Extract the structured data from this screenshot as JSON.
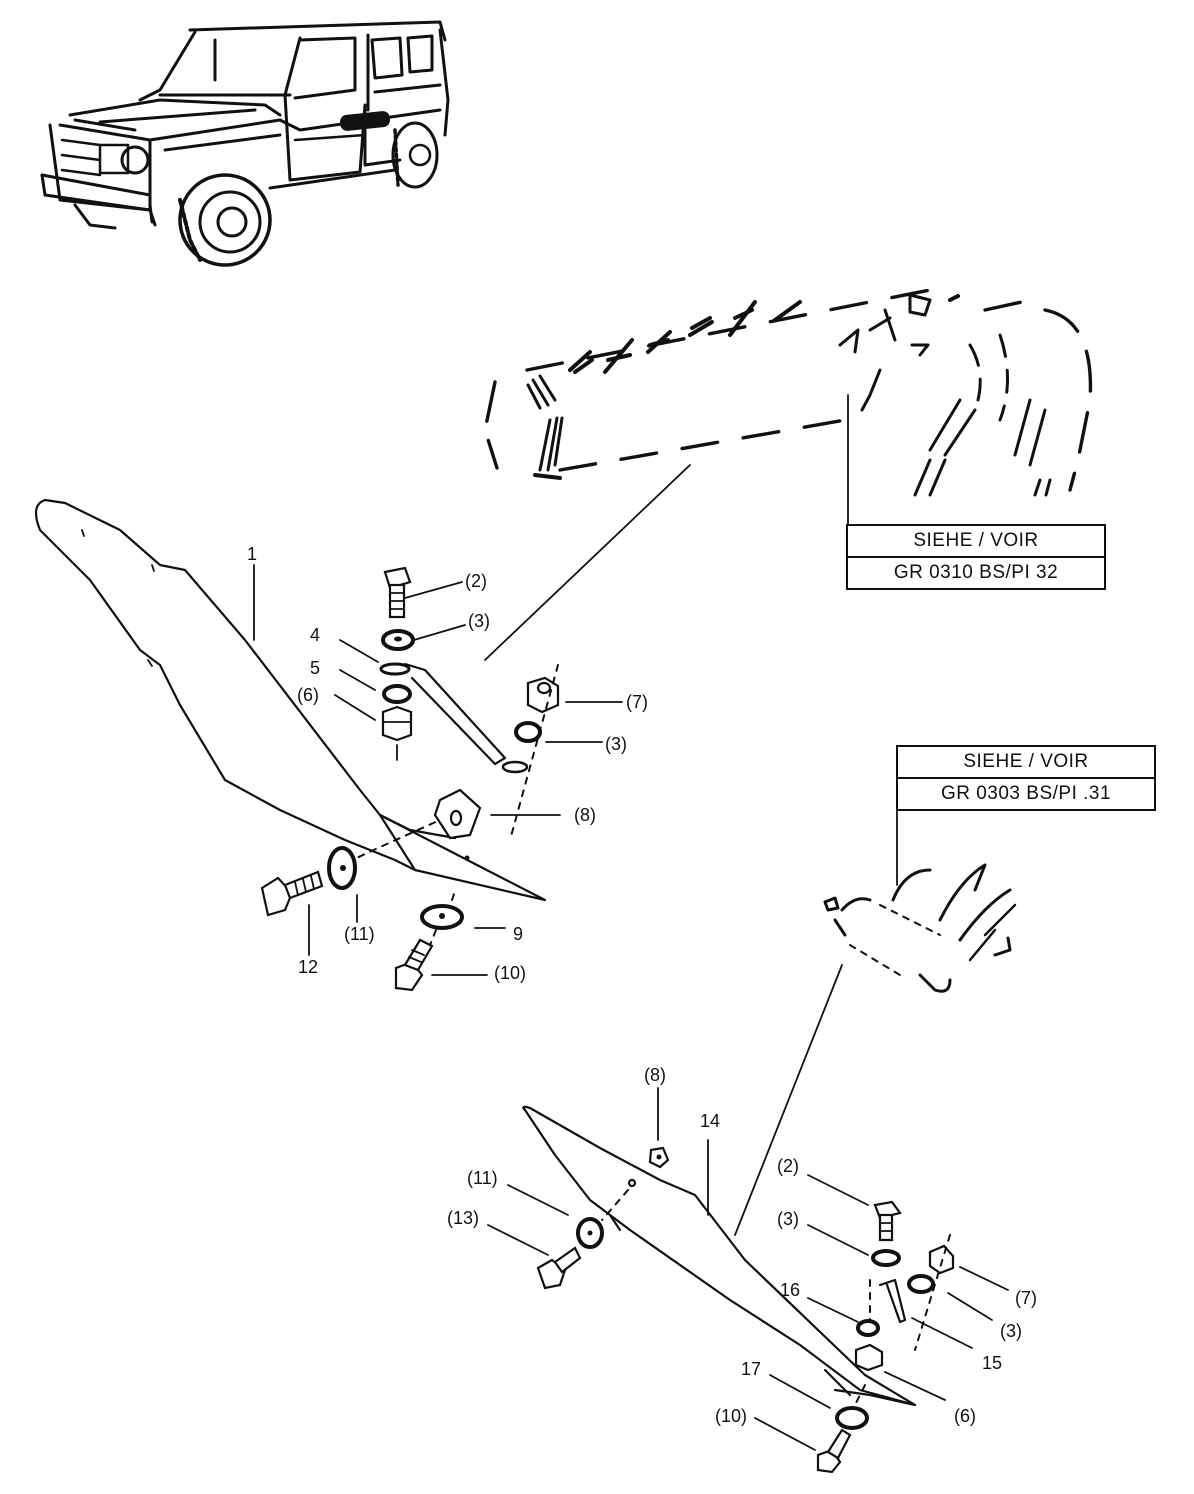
{
  "diagram": {
    "title": "Exhaust heat shield assembly (exploded view)",
    "vehicle_icon": "suv-vehicle-icon",
    "references": [
      {
        "id": "ref-upper",
        "heading": "SIEHE / VOIR",
        "code": "GR  0310  BS/PI   32"
      },
      {
        "id": "ref-lower",
        "heading": "SIEHE / VOIR",
        "code": "GR  0303  BS/PI  .31"
      }
    ],
    "upper_assembly": {
      "labels": {
        "p1": "1",
        "p2": "(2)",
        "p3a": "(3)",
        "p4": "4",
        "p5": "5",
        "p6": "(6)",
        "p7": "(7)",
        "p3b": "(3)",
        "p8": "(8)",
        "p9": "9",
        "p10": "(10)",
        "p11": "(11)",
        "p12": "12"
      }
    },
    "lower_assembly": {
      "labels": {
        "p8": "(8)",
        "p14": "14",
        "p11": "(11)",
        "p13": "(13)",
        "p2": "(2)",
        "p3a": "(3)",
        "p7": "(7)",
        "p3b": "(3)",
        "p16": "16",
        "p15": "15",
        "p17": "17",
        "p6": "(6)",
        "p10": "(10)"
      }
    }
  }
}
